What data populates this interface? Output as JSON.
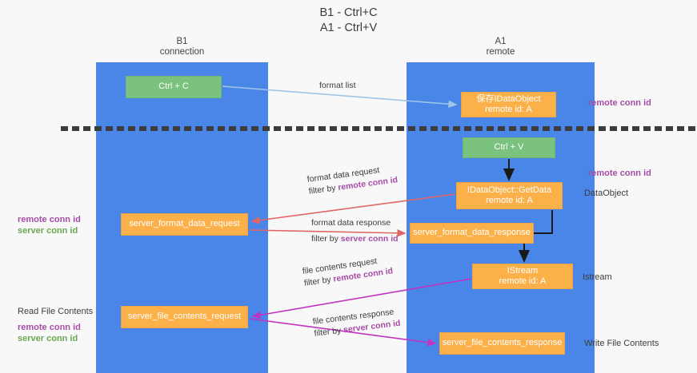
{
  "title": {
    "line1": "B1 - Ctrl+C",
    "line2": "A1 - Ctrl+V"
  },
  "lanes": [
    {
      "id": "b1",
      "name": "B1",
      "role": "connection"
    },
    {
      "id": "a1",
      "name": "A1",
      "role": "remote"
    }
  ],
  "nodes": {
    "ctrl_c": {
      "line1": "Ctrl + C",
      "line2": "",
      "color": "#7ac27e"
    },
    "save_obj": {
      "line1": "保存IDataObject",
      "line2": "remote id: A",
      "color": "#fbb04a"
    },
    "ctrl_v": {
      "line1": "Ctrl + V",
      "line2": "",
      "color": "#7ac27e"
    },
    "get_data": {
      "line1": "IDataObject::GetData",
      "line2": "remote id: A",
      "color": "#fbb04a"
    },
    "fmt_req": {
      "line1": "server_format_data_request",
      "line2": "",
      "color": "#fbb04a"
    },
    "fmt_res": {
      "line1": "server_format_data_response",
      "line2": "",
      "color": "#fbb04a"
    },
    "istream": {
      "line1": "IStream",
      "line2": "remote id: A",
      "color": "#fbb04a"
    },
    "file_req": {
      "line1": "server_file_contents_request",
      "line2": "",
      "color": "#fbb04a"
    },
    "file_res": {
      "line1": "server_file_contents_response",
      "line2": "",
      "color": "#fbb04a"
    }
  },
  "edges": {
    "format_list": {
      "line1": "format list",
      "line2": "",
      "filter": "",
      "color": "#9fc5e8"
    },
    "format_data_request": {
      "line1": "format data request",
      "line2": "filter by ",
      "filter": "remote conn id",
      "color": "#e06666"
    },
    "format_data_response": {
      "line1": "format data response",
      "line2": "filter by ",
      "filter": "server conn id",
      "color": "#e06666"
    },
    "file_contents_request": {
      "line1": "file contents request",
      "line2": "filter by ",
      "filter": "remote conn id",
      "color": "#c232c2"
    },
    "file_contents_response": {
      "line1": "file contents response",
      "line2": "filter by ",
      "filter": "server conn id",
      "color": "#c232c2"
    }
  },
  "annotations": {
    "right_remote_conn_1": "remote conn id",
    "right_remote_conn_2": "remote conn id",
    "data_object": "DataObject",
    "istream": "Istream",
    "write_file_contents": "Write File Contents",
    "read_file_contents": "Read File Contents",
    "left_remote_conn": "remote conn id",
    "left_server_conn": "server conn id",
    "left2_remote_conn": "remote conn id",
    "left2_server_conn": "server conn id"
  },
  "colors": {
    "lane": "#4a86e8",
    "green": "#7ac27e",
    "orange": "#fbb04a",
    "purple": "#a64ca6",
    "green_text": "#6aa84f",
    "red_arrow": "#e06666",
    "magenta_arrow": "#c232c2",
    "blue_arrow": "#9fc5e8",
    "divider": "#3c3c3c",
    "background": "#f8f8f8"
  }
}
